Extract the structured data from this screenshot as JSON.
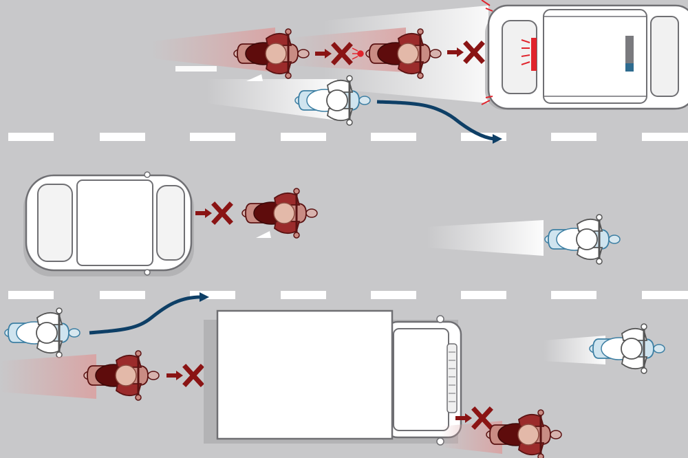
{
  "colors": {
    "road": "#c8c8ca",
    "lane_marking": "#ffffff",
    "vehicle_body": "#ffffff",
    "vehicle_outline": "#6f6f73",
    "unsafe_rider": "#7a1a1a",
    "unsafe_rider_light": "#c98c84",
    "unsafe_trail": "#d9a3a3",
    "safe_rider": "#6fa6c4",
    "safe_rider_light": "#eef5f8",
    "safe_trail": "#f4f4f4",
    "path_arrow": "#0e3f66",
    "blocked_x": "#8a1414",
    "brake_light": "#e0242c",
    "shadow": "#a9a9ad"
  },
  "legend": {
    "unsafe_rider_icon": "motorcycle-red-icon",
    "safe_rider_icon": "motorcycle-blue-icon",
    "blocked_icon": "x-mark-icon",
    "path_icon": "curved-arrow-icon"
  },
  "scene": {
    "lanes": 3,
    "vehicles": [
      "car-braking",
      "car",
      "box-truck"
    ],
    "unsafe_riders_count": 5,
    "safe_riders_count": 4
  }
}
